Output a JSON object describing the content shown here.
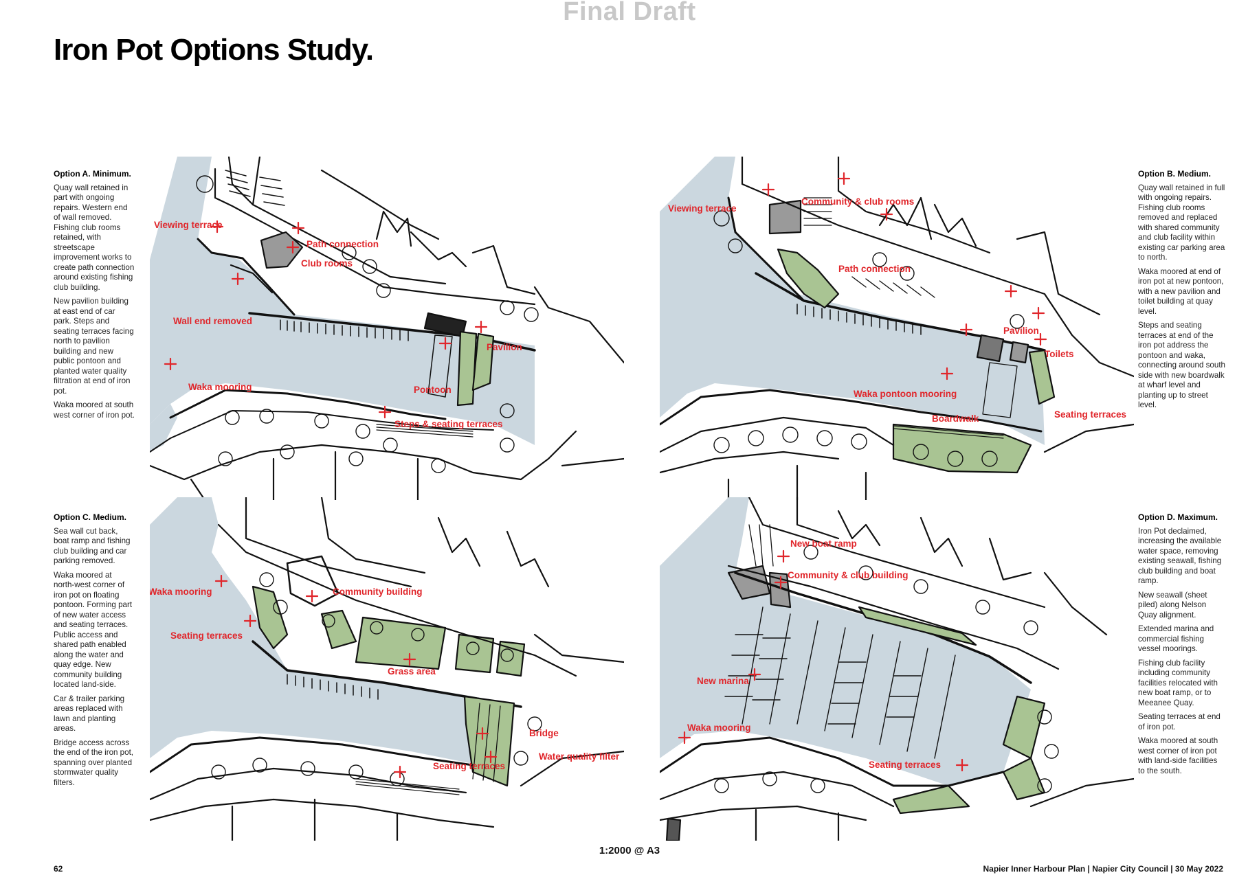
{
  "header": {
    "watermark": "Final Draft",
    "title": "Iron Pot Options Study."
  },
  "options": [
    {
      "heading": "Option A. Minimum.",
      "paragraphs": [
        "Quay wall retained in part with ongoing repairs. Western end of wall removed. Fishing club rooms retained, with streetscape improvement works to create path connection around existing fishing club building.",
        "New pavilion building at east end of car park. Steps and seating terraces facing north to pavilion building and new public pontoon and planted water quality filtration at end of iron pot.",
        "Waka moored at south west corner of iron pot."
      ],
      "labels": [
        "Viewing terrace",
        "Path connection",
        "Club rooms",
        "Wall end removed",
        "Pavilion",
        "Pontoon",
        "Waka mooring",
        "Steps & seating terraces"
      ]
    },
    {
      "heading": "Option B. Medium.",
      "paragraphs": [
        "Quay wall retained in full with ongoing repairs. Fishing club rooms removed and replaced with shared community and club facility within existing car parking area to north.",
        "Waka moored at end of iron pot at new pontoon, with a new pavilion and toilet building at quay level.",
        "Steps and seating terraces at end of the iron pot address the pontoon and waka, connecting around south side with new boardwalk at wharf level and planting up to street level."
      ],
      "labels": [
        "Viewing terrace",
        "Community & club rooms",
        "Path connection",
        "Pavilion",
        "Toilets",
        "Waka pontoon mooring",
        "Boardwalk",
        "Seating terraces"
      ]
    },
    {
      "heading": "Option C. Medium.",
      "paragraphs": [
        "Sea wall cut back, boat ramp and fishing club building and car parking removed.",
        "Waka moored at north-west corner of iron pot on floating pontoon. Forming part of new water access and seating terraces. Public access and shared path enabled along the water and quay edge. New community building located land-side.",
        "Car & trailer parking areas replaced with lawn and planting areas.",
        "Bridge access across the end of the iron pot, spanning over planted stormwater quality filters."
      ],
      "labels": [
        "Waka mooring",
        "Community building",
        "Seating terraces",
        "Grass area",
        "Bridge",
        "Water quality filter",
        "Seating terraces"
      ]
    },
    {
      "heading": "Option D. Maximum.",
      "paragraphs": [
        "Iron Pot declaimed, increasing the available water space, removing existing seawall, fishing club building and boat ramp.",
        "New seawall (sheet piled) along Nelson Quay alignment.",
        "Extended marina and commercial fishing vessel moorings.",
        "Fishing club facility including community facilities relocated with new boat ramp, or to Meeanee Quay.",
        "Seating terraces at end of iron pot.",
        "Waka moored at south west corner of iron pot with land-side facilities to the south."
      ],
      "labels": [
        "New boat ramp",
        "Community & club building",
        "New marina",
        "Waka mooring",
        "Seating terraces"
      ]
    }
  ],
  "footer": {
    "scale": "1:2000 @ A3",
    "page_number": "62",
    "credit": "Napier Inner Harbour Plan | Napier City Council | 30 May 2022"
  },
  "colors": {
    "water": "#cbd7df",
    "planting": "#a9c493",
    "building": "#9a9a9a",
    "marker": "#e0262b",
    "watermark": "#c8c8c8"
  }
}
